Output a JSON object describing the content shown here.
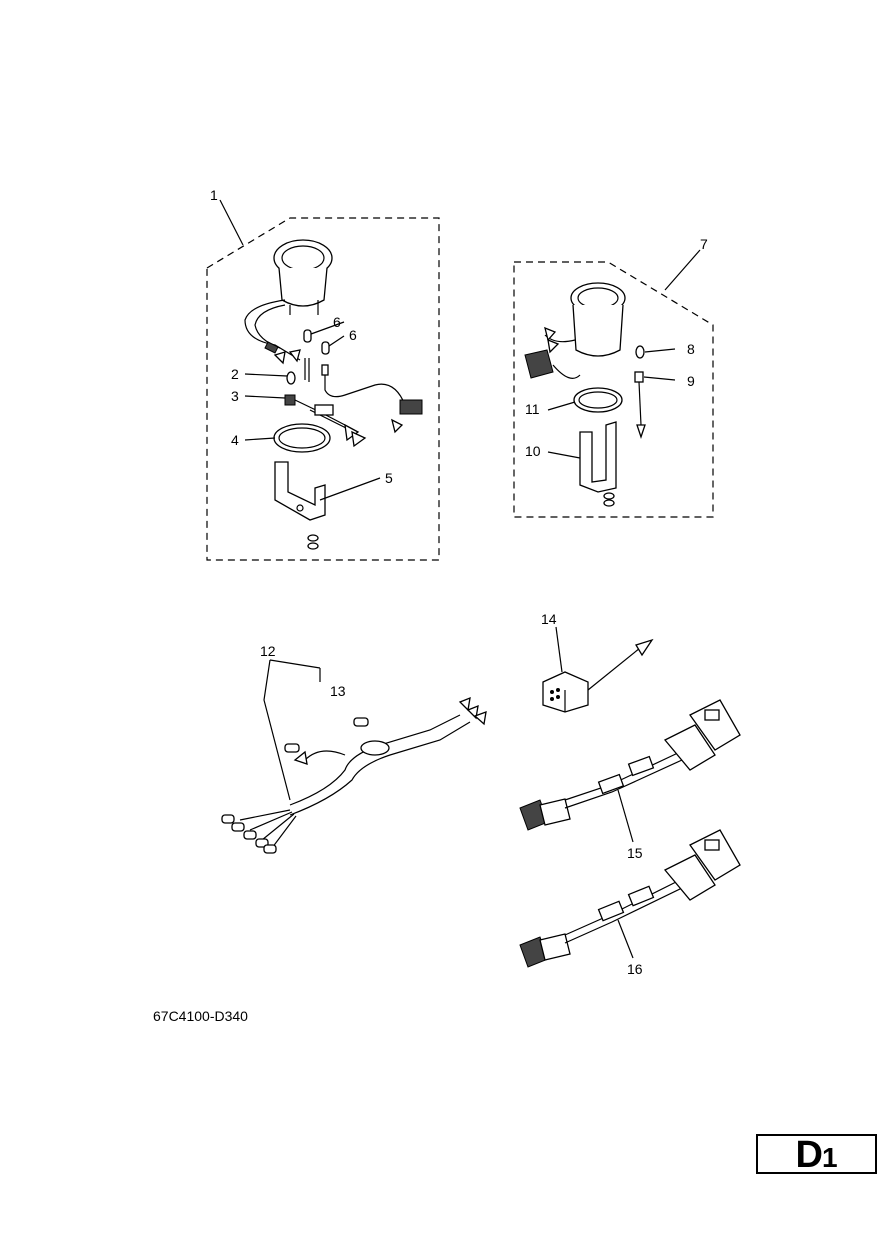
{
  "callouts": [
    "1",
    "2",
    "3",
    "4",
    "5",
    "6",
    "6",
    "7",
    "8",
    "9",
    "10",
    "11",
    "12",
    "13",
    "14",
    "15",
    "16"
  ],
  "drawing_code": "67C4100-D340",
  "page_label": {
    "letter": "D",
    "number": "1"
  }
}
